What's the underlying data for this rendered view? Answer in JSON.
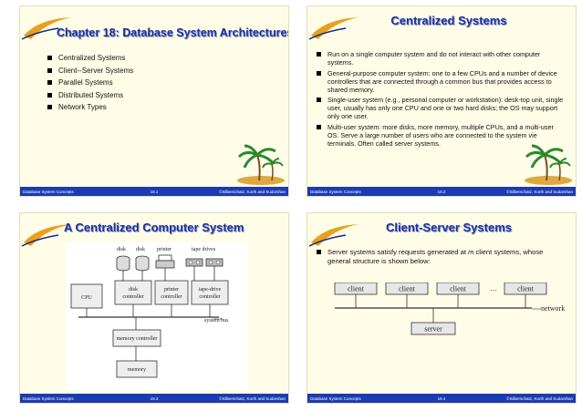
{
  "footer": {
    "left": "Database System Concepts",
    "right": "©Silberschatz, Korth and Sudarshan"
  },
  "slides": [
    {
      "title": "Chapter 18:  Database System Architectures",
      "page": "18.1",
      "bullets": [
        "Centralized Systems",
        "Client--Server Systems",
        "Parallel Systems",
        "Distributed Systems",
        "Network Types"
      ]
    },
    {
      "title": "Centralized Systems",
      "page": "18.2",
      "bullets": [
        "Run on a single computer system and do not interact with other computer systems.",
        "General-purpose computer system: one to a few CPUs and a number of device controllers that are connected through a common bus that provides access to shared memory.",
        "Single-user system (e.g., personal computer or workstation): desk-top unit, single user, usually has only one CPU  and one or two hard disks; the OS may support only one user.",
        "Multi-user system: more disks, more memory, multiple CPUs, and a multi-user OS. Serve a large number of users who are connected to the system vie terminals. Often called server systems."
      ]
    },
    {
      "title": "A Centralized Computer System",
      "page": "18.3",
      "diagram": {
        "disk1": "disk",
        "disk2": "disk",
        "printer": "printer",
        "tape_drives": "tape drives",
        "cpu": "CPU",
        "disk_controller_1": "disk",
        "disk_controller_2": "controller",
        "printer_controller_1": "printer",
        "printer_controller_2": "controller",
        "tape_controller_1": "tape-drive",
        "tape_controller_2": "controller",
        "system_bus": "system bus",
        "memory_controller": "memory controller",
        "memory": "memory"
      }
    },
    {
      "title": "Client-Server Systems",
      "page": "18.4",
      "bullet_pre": "Server systems satisfy requests generated at ",
      "bullet_em": "m",
      "bullet_post": " client systems, whose general structure is shown below:",
      "diagram": {
        "clients": [
          "client",
          "client",
          "client",
          "client"
        ],
        "ellipsis": "…",
        "network": "network",
        "server": "server"
      }
    }
  ],
  "colors": {
    "title": "#1830a8",
    "footer_bg": "#1a3bb3",
    "slide_bg": "#fffde7"
  }
}
